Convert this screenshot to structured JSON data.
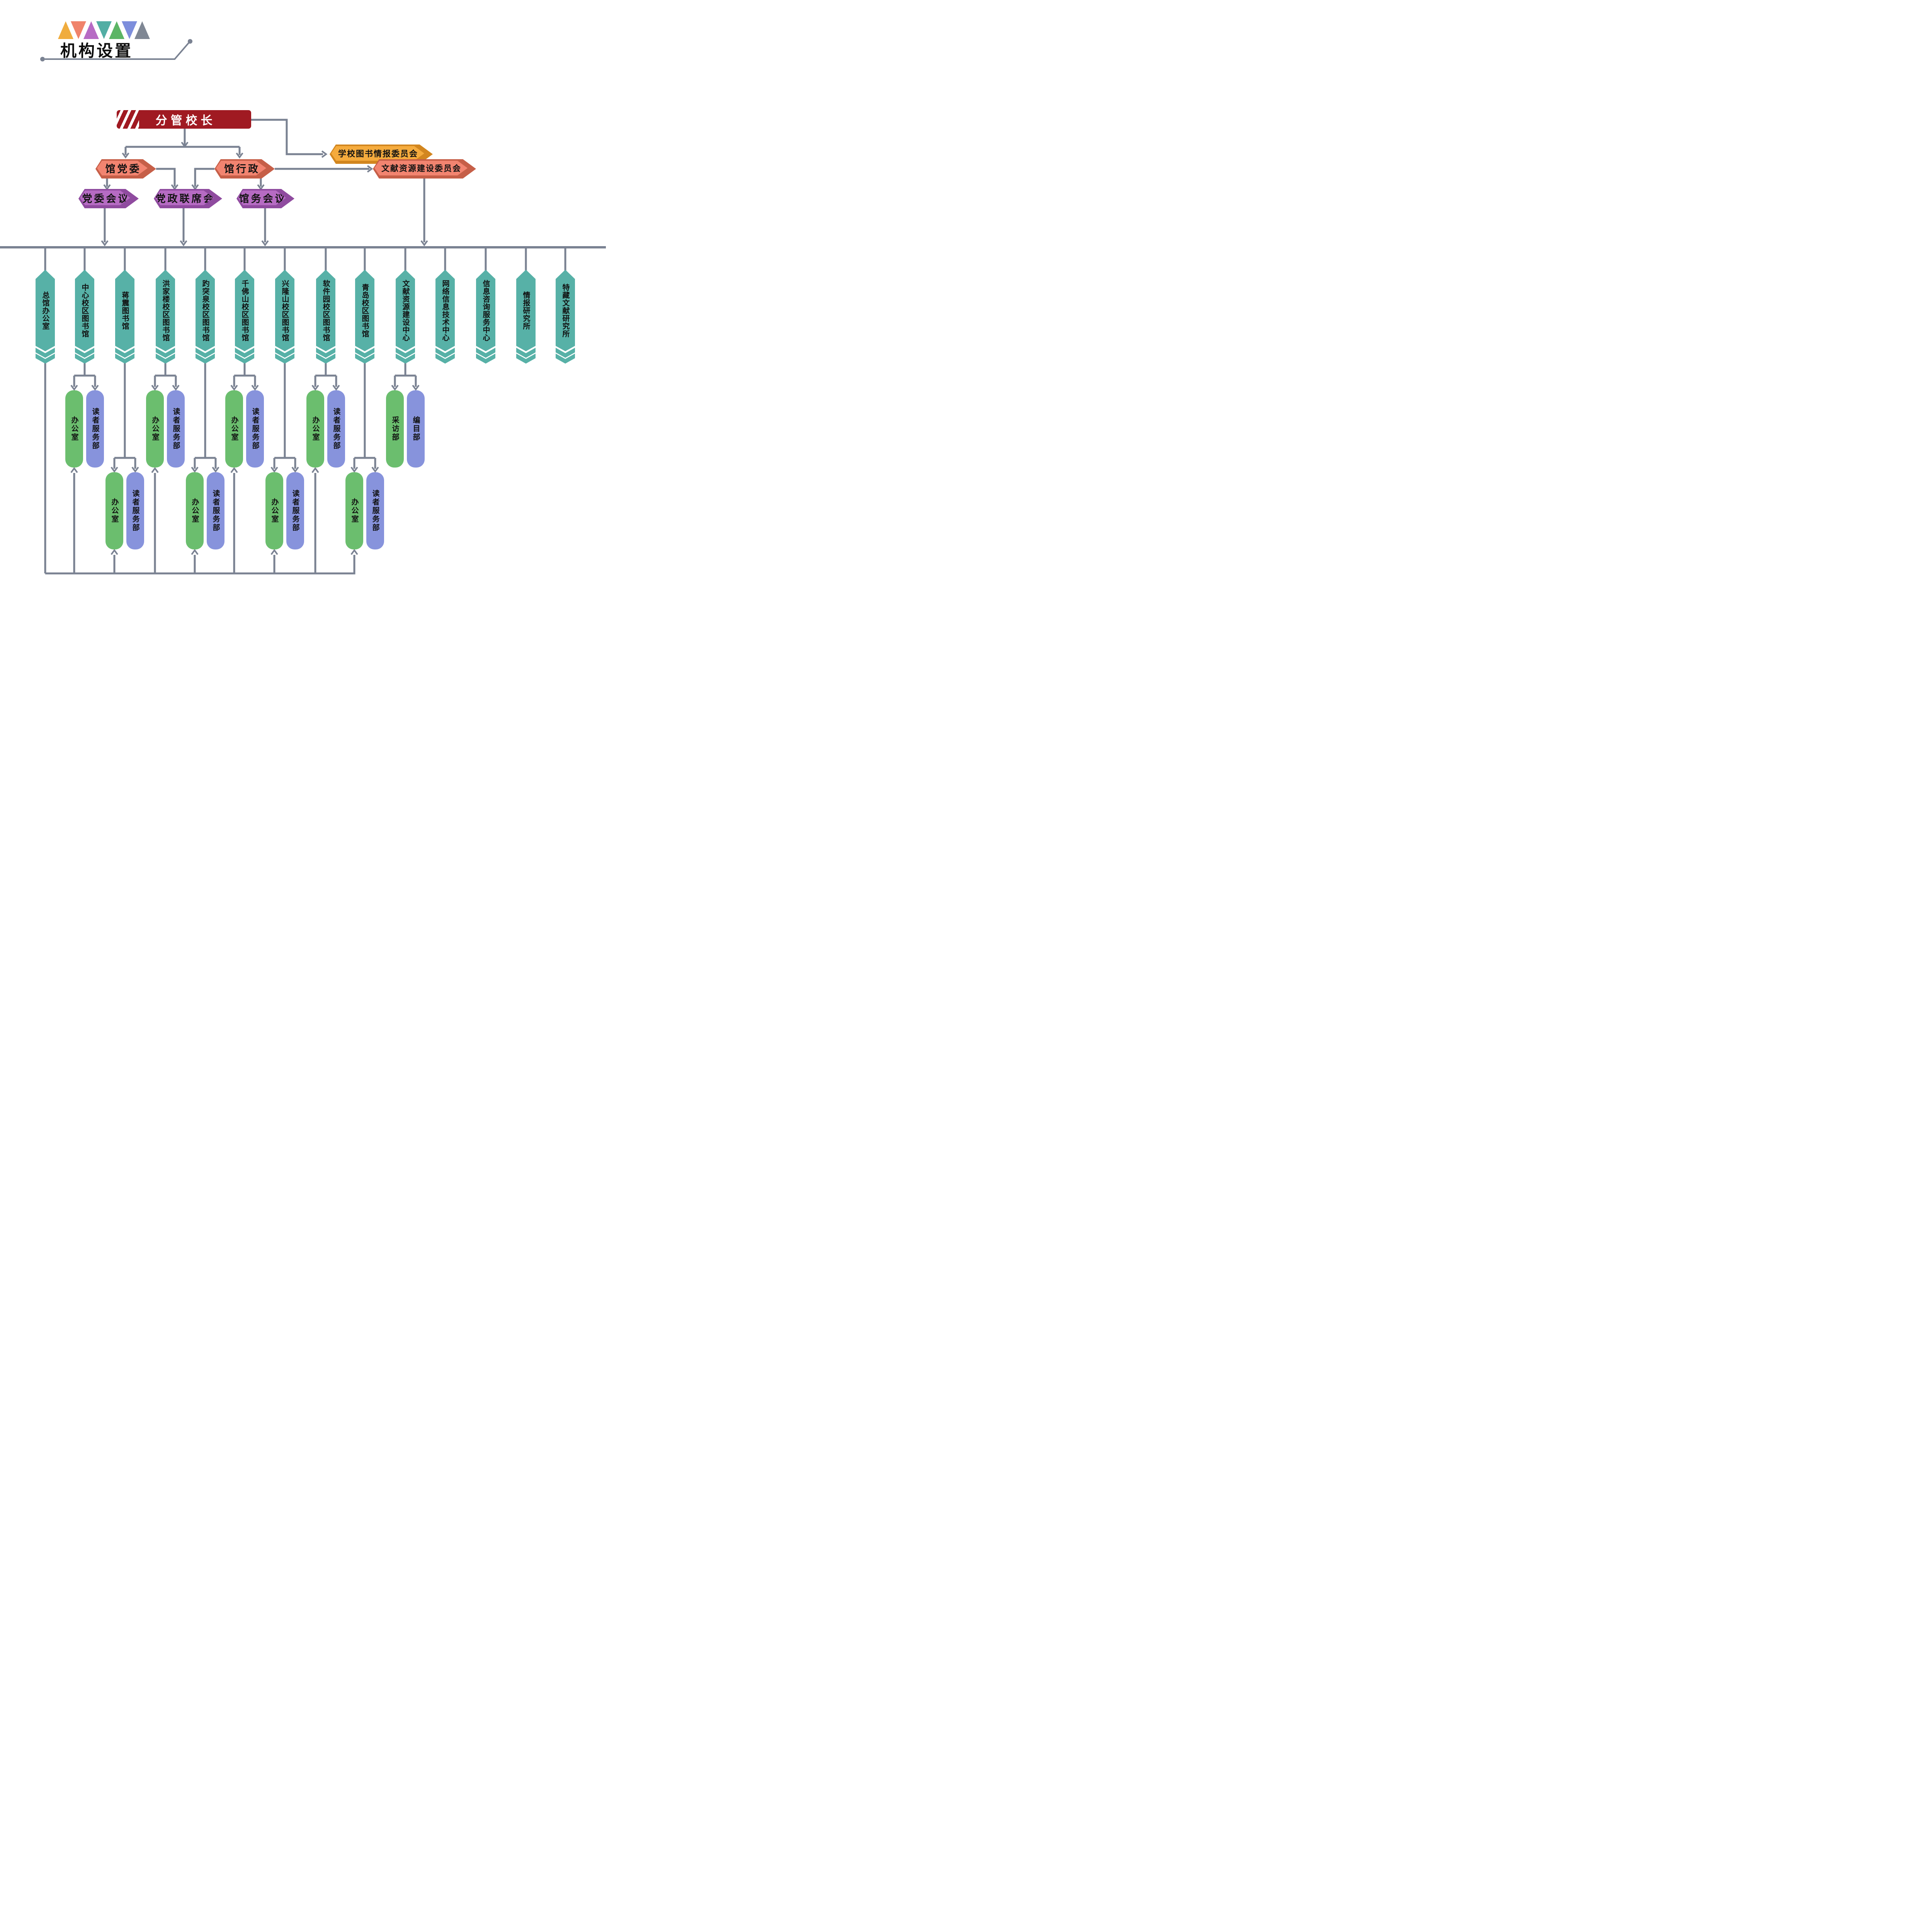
{
  "title": {
    "text": "机构设置"
  },
  "top": {
    "president": "分管校长",
    "party_committee": "馆党委",
    "administration": "馆行政",
    "party_meeting": "党委会议",
    "joint_meeting": "党政联席会",
    "affairs_meeting": "馆务会议",
    "school_library_info_committee": "学校图书情报委员会",
    "doc_resource_committee": "文献资源建设委员会"
  },
  "branches": [
    {
      "label": "总馆办公室",
      "children": []
    },
    {
      "label": "中心校区图书馆",
      "children": [
        "办公室",
        "读者服务部"
      ]
    },
    {
      "label": "蒋震图书馆",
      "children": [
        "办公室",
        "读者服务部"
      ]
    },
    {
      "label": "洪家楼校区图书馆",
      "children": [
        "办公室",
        "读者服务部"
      ]
    },
    {
      "label": "趵突泉校区图书馆",
      "children": [
        "办公室",
        "读者服务部"
      ]
    },
    {
      "label": "千佛山校区图书馆",
      "children": [
        "办公室",
        "读者服务部"
      ]
    },
    {
      "label": "兴隆山校区图书馆",
      "children": [
        "办公室",
        "读者服务部"
      ]
    },
    {
      "label": "软件园校区图书馆",
      "children": [
        "办公室",
        "读者服务部"
      ]
    },
    {
      "label": "青岛校区图书馆",
      "children": [
        "办公室",
        "读者服务部"
      ]
    },
    {
      "label": "文献资源建设中心",
      "children": [
        "采访部",
        "编目部"
      ]
    },
    {
      "label": "网络信息技术中心",
      "children": []
    },
    {
      "label": "信息咨询服务中心",
      "children": []
    },
    {
      "label": "情报研究所",
      "children": []
    },
    {
      "label": "特藏文献研究所",
      "children": []
    }
  ],
  "colors": {
    "line": "#7A8292",
    "president_red": "#A01A22",
    "committee_salmon": "#F28470",
    "committee_salmon_dark": "#C65F48",
    "committee_orange": "#F5AB3D",
    "committee_orange_dark": "#D2861F",
    "meeting_purple": "#B66BC3",
    "meeting_purple_dark": "#8F4B9F",
    "branch_teal": "#57B1A7",
    "office_green": "#6BBE6E",
    "dept_blue": "#8793DC",
    "triangles": [
      "#F0AC3E",
      "#F0836B",
      "#B76BC4",
      "#52AEA4",
      "#5CB565",
      "#7D8EDC",
      "#7F8794"
    ]
  }
}
